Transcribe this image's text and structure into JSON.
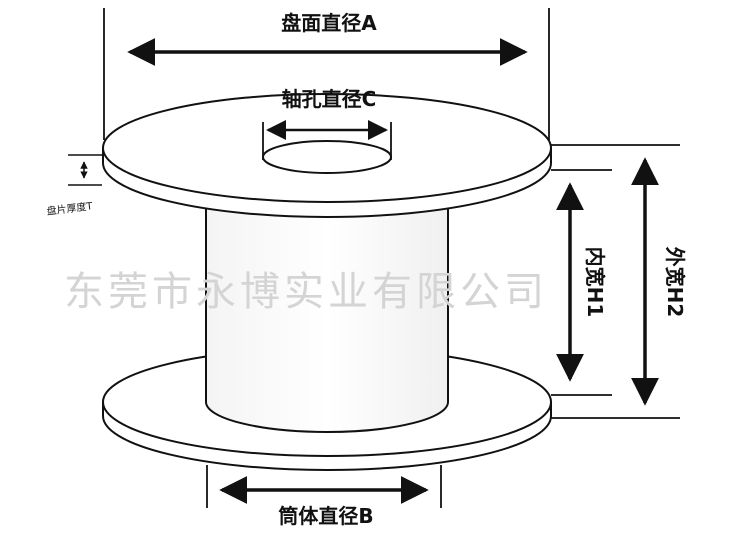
{
  "diagram": {
    "labels": {
      "disc_diameter_a": "盘面直径A",
      "bore_diameter_c": "轴孔直径C",
      "disc_thickness_t": "盘片厚度T",
      "inner_width_h1": "内宽H1",
      "outer_width_h2": "外宽H2",
      "barrel_diameter_b": "筒体直径B"
    },
    "watermark": "东莞市永博实业有限公司"
  }
}
